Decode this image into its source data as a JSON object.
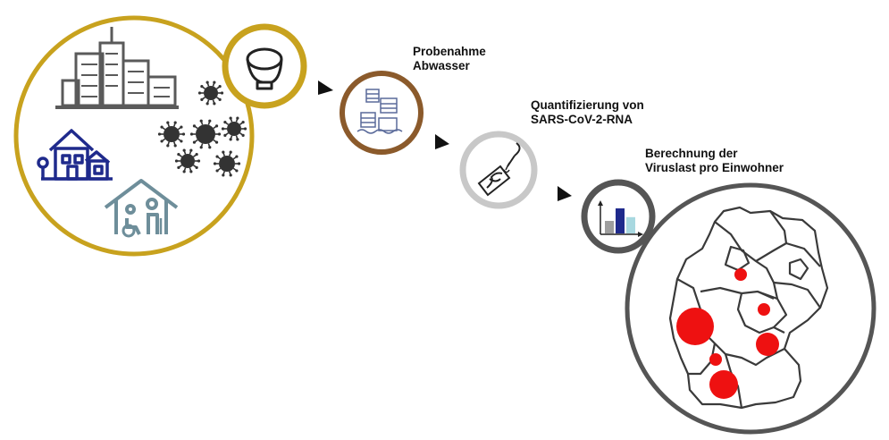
{
  "labels": {
    "sampling_l1": "Probenahme",
    "sampling_l2": "Abwasser",
    "quant_l1": "Quantifizierung von",
    "quant_l2": "SARS-CoV-2-RNA",
    "calc_l1": "Berechnung der",
    "calc_l2": "Viruslast pro Einwohner"
  },
  "colors": {
    "community_ring": "#c8a21e",
    "toilet_ring": "#c8a21e",
    "sampling_ring": "#8b5a2b",
    "lab_ring": "#c8c8c8",
    "calc_ring": "#555555",
    "map_ring": "#555555",
    "buildings": "#5a5a5a",
    "house": "#1f2a8c",
    "care_home": "#6e8e9a",
    "virus": "#333333",
    "arrow": "#111111",
    "hotspot": "#ee1111",
    "bar_1": "#9e9e9e",
    "bar_2": "#1f2a8c",
    "bar_3": "#a8d8e0"
  },
  "icons": [
    "city-buildings-icon",
    "house-icon",
    "care-home-icon",
    "virus-icon",
    "toilet-icon",
    "wastewater-plant-icon",
    "dna-test-tube-icon",
    "bar-chart-icon",
    "germany-map-icon"
  ],
  "chart_data": {
    "type": "bar",
    "values": [
      1,
      2,
      1.3
    ]
  }
}
